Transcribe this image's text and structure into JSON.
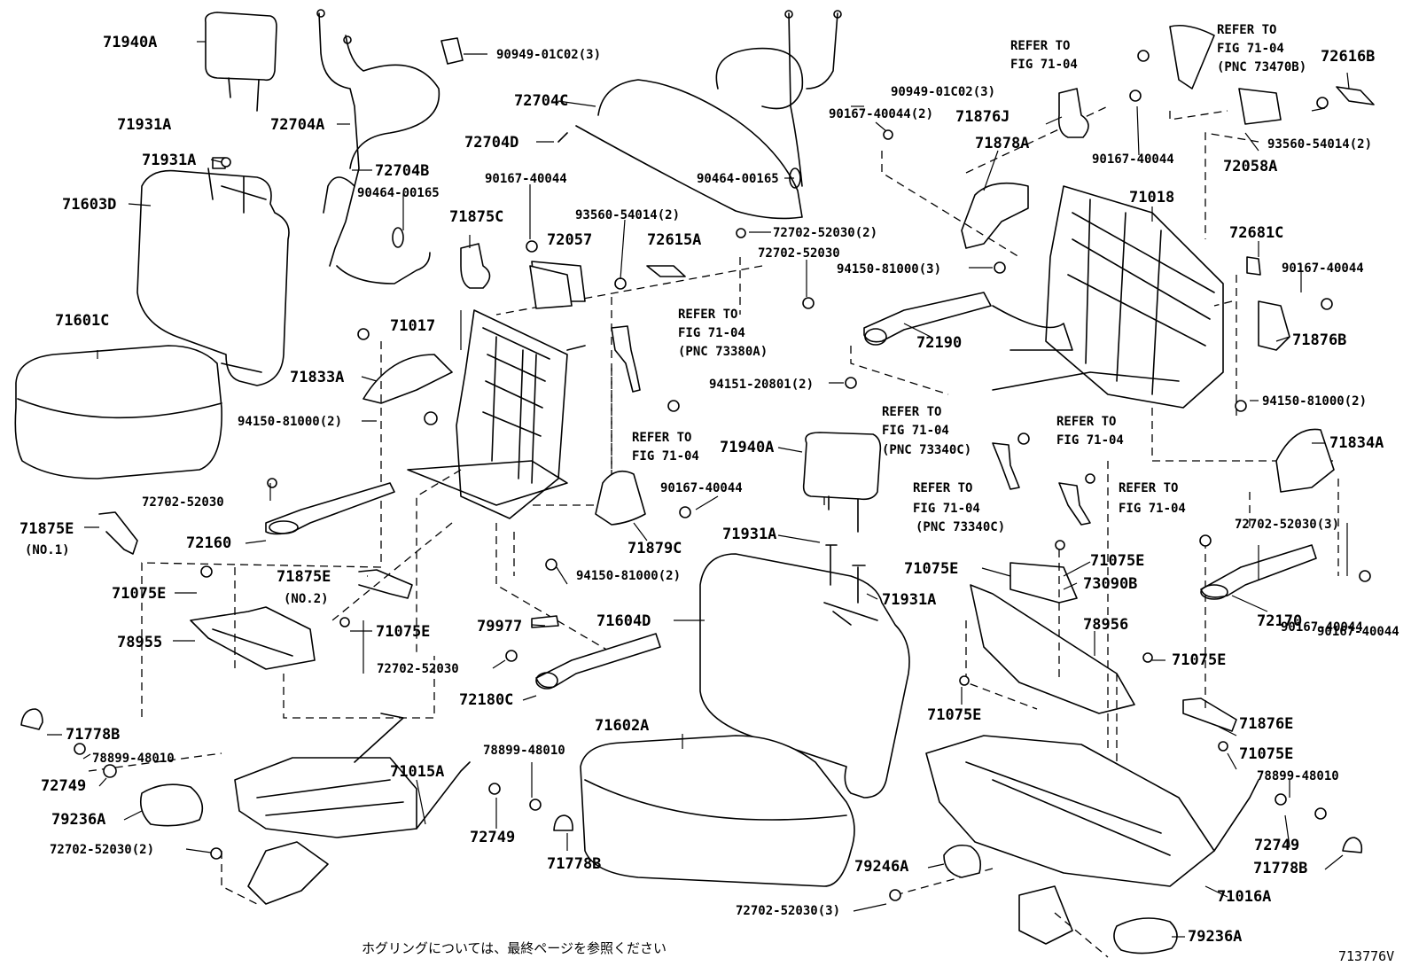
{
  "labels": {
    "l71940A_1": "71940A",
    "l71931A_1": "71931A",
    "l71931A_2": "71931A",
    "l71603D": "71603D",
    "l71601C": "71601C",
    "l72704A": "72704A",
    "l72704B": "72704B",
    "l90464_1": "90464-00165",
    "l90949_1": "90949-01C02(3)",
    "l72704C": "72704C",
    "l72704D": "72704D",
    "l90167_1": "90167-40044",
    "l71875C": "71875C",
    "l72057": "72057",
    "l93560_1": "93560-54014(2)",
    "l72615A": "72615A",
    "l90464_2": "90464-00165",
    "l72702_a": "72702-52030(2)",
    "l72702_b": "72702-52030",
    "l90949_2": "90949-01C02(3)",
    "l90167_2": "90167-40044(2)",
    "l71876J": "71876J",
    "l90167_3": "90167-40044",
    "l71878A": "71878A",
    "l71018": "71018",
    "l94150_1": "94150-81000(3)",
    "l72190": "72190",
    "l94151": "94151-20801(2)",
    "l72616B": "72616B",
    "l93560_2": "93560-54014(2)",
    "l72058A": "72058A",
    "l72681C": "72681C",
    "l90167_4": "90167-40044",
    "l71876B": "71876B",
    "l94150_2": "94150-81000(2)",
    "l71834A": "71834A",
    "l90167_5": "90167-40044",
    "l71017": "71017",
    "l71833A": "71833A",
    "l94150_3": "94150-81000(2)",
    "l72702_c": "72702-52030",
    "l72160": "72160",
    "l71875E_1": "71875E",
    "no1": "(NO.1)",
    "l71075E_1": "71075E",
    "l71875E_2": "71875E",
    "no2": "(NO.2)",
    "l71075E_2": "71075E",
    "l78955": "78955",
    "l72702_d": "72702-52030",
    "l79977": "79977",
    "l72180C": "72180C",
    "l71940A_2": "71940A",
    "l90167_6": "90167-40044",
    "l71879C": "71879C",
    "l94150_4": "94150-81000(2)",
    "l71931A_3": "71931A",
    "l71604D": "71604D",
    "l71931A_4": "71931A",
    "l71075E_3": "71075E",
    "l71075E_4": "71075E",
    "l73090B": "73090B",
    "l72702_e": "72702-52030(3)",
    "l72170": "72170",
    "l90167_7": "90167-40044",
    "l78956": "78956",
    "l71075E_5": "71075E",
    "l71075E_6": "71075E",
    "l71876E": "71876E",
    "l71075E_7": "71075E",
    "l71778B_1": "71778B",
    "l78899_1": "78899-48010",
    "l72749_1": "72749",
    "l79236A_1": "79236A",
    "l72702_f": "72702-52030(2)",
    "l71015A": "71015A",
    "l78899_2": "78899-48010",
    "l72749_2": "72749",
    "l71778B_2": "71778B",
    "l71602A": "71602A",
    "l78899_3": "78899-48010",
    "l72749_3": "72749",
    "l71778B_3": "71778B",
    "l79246A": "79246A",
    "l71016A": "71016A",
    "l72702_g": "72702-52030(3)",
    "l79236A_2": "79236A"
  },
  "refs": {
    "r1a": "REFER TO",
    "r1b": "FIG 71-04",
    "r2a": "REFER TO",
    "r2b": "FIG 71-04",
    "r2c": "(PNC 73470B)",
    "r3a": "REFER TO",
    "r3b": "FIG 71-04",
    "r3c": "(PNC 73380A)",
    "r4a": "REFER TO",
    "r4b": "FIG 71-04",
    "r5a": "REFER TO",
    "r5b": "FIG 71-04",
    "r5c": "(PNC 73340C)",
    "r6a": "REFER TO",
    "r6b": "FIG 71-04",
    "r7a": "REFER TO",
    "r7b": "FIG 71-04",
    "r7c": "(PNC 73340C)",
    "r8a": "REFER TO",
    "r8b": "FIG 71-04"
  },
  "footer": {
    "note": "ホグリングについては、最終ページを参照ください",
    "figure_id": "713776V"
  }
}
